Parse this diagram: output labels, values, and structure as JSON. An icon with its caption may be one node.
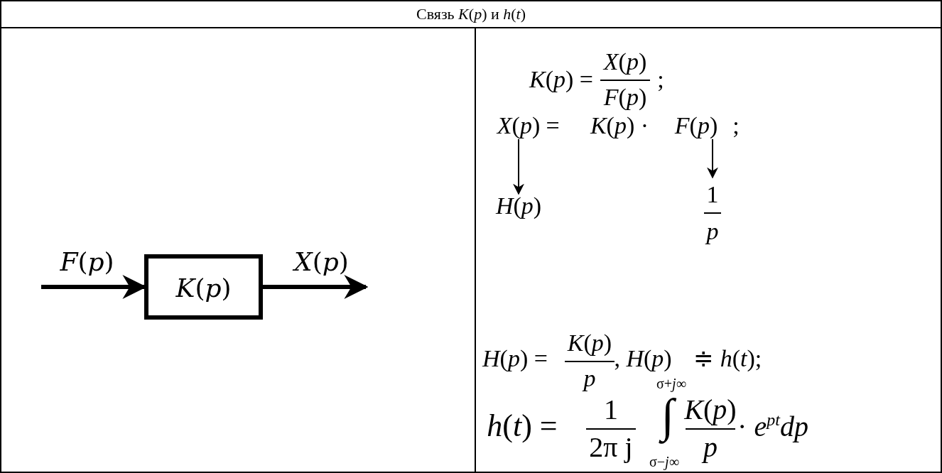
{
  "diagram": {
    "title": "Связь *K*(*p*) и *h*(*t*)",
    "nodes": [
      {
        "text": [
          "*K*(*p*)"
        ]
      },
      {
        "text": [
          "*X*(*p*)"
        ]
      },
      {
        "text": [
          "*F*(*p*)"
        ]
      },
      {
        "text": [
          "*H*(*p*)"
        ]
      },
      {
        "text": [
          "1",
          "*p*"
        ]
      }
    ],
    "edges": [
      {
        "from": null,
        "to": 0,
        "arrow": "to",
        "label": "*F*(*p*)",
        "style": "thick"
      },
      {
        "from": 0,
        "to": null,
        "arrow": "to",
        "label": "*X*(*p*)",
        "style": "thick"
      },
      {
        "from": 1,
        "to": 3,
        "arrow": "to"
      },
      {
        "from": 2,
        "to": 4,
        "arrow": "to"
      }
    ],
    "labels": [
      "*K*(*p*) =",
      "*X*(*p*)",
      "*F*(*p*)",
      ";",
      "=",
      "*K*(*p*) ·",
      ";",
      "*H*(*p*) =",
      "*K*(*p*)",
      "*p*",
      ", *H*(*p*)",
      "≑",
      "*h*(*t*);",
      "*h*(*t*) =",
      "1",
      "2π j",
      "σ+*j*∞",
      "∫",
      "σ−*j*∞",
      "*K*(*p*)",
      "*p*",
      "· *e*$^{pt}$*dp*"
    ]
  }
}
